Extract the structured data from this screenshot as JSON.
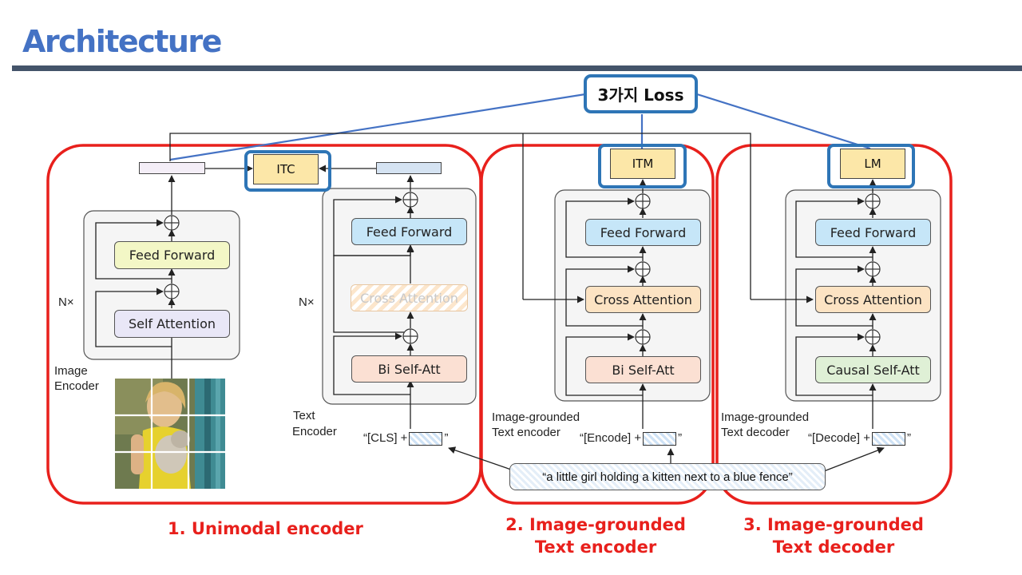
{
  "header": {
    "title": "Architecture"
  },
  "loss": {
    "label": "3가지 Loss"
  },
  "heads": {
    "itc": "ITC",
    "itm": "ITM",
    "lm": "LM"
  },
  "unimodal": {
    "repeat_image": "N×",
    "repeat_text": "N×",
    "image_feed_forward": "Feed Forward",
    "image_self_attention": "Self Attention",
    "image_encoder_label": [
      "Image",
      "Encoder"
    ],
    "text_feed_forward": "Feed Forward",
    "text_cross_attention": "Cross Attention",
    "text_bi_self_att": "Bi Self-Att",
    "text_encoder_label": [
      "Text",
      "Encoder"
    ],
    "input_prefix": "“[CLS] +",
    "input_suffix": "”"
  },
  "grounded_encoder": {
    "feed_forward": "Feed Forward",
    "cross_attention": "Cross Attention",
    "bi_self_att": "Bi Self-Att",
    "label": [
      "Image-grounded",
      "Text encoder"
    ],
    "input_prefix": "“[Encode] +",
    "input_suffix": "”"
  },
  "grounded_decoder": {
    "feed_forward": "Feed Forward",
    "cross_attention": "Cross Attention",
    "causal_self_att": "Causal Self-Att",
    "label": [
      "Image-grounded",
      "Text decoder"
    ],
    "input_prefix": "“[Decode] +",
    "input_suffix": "”"
  },
  "caption_text": "“a little girl holding a kitten next to a blue fence”",
  "captions": {
    "unimodal": "1. Unimodal encoder",
    "encoder": [
      "2. Image-grounded",
      "Text encoder"
    ],
    "decoder": [
      "3. Image-grounded",
      "Text decoder"
    ]
  },
  "colors": {
    "title": "#4472C4",
    "title_bar": "#44546A",
    "red_outline": "#E8201C",
    "loss_blue": "#2E75B6",
    "head_fill": "#FCE7A8",
    "feed_forward_fill": "#C6E6F8",
    "cross_attention_fill": "#FCE3C3"
  }
}
